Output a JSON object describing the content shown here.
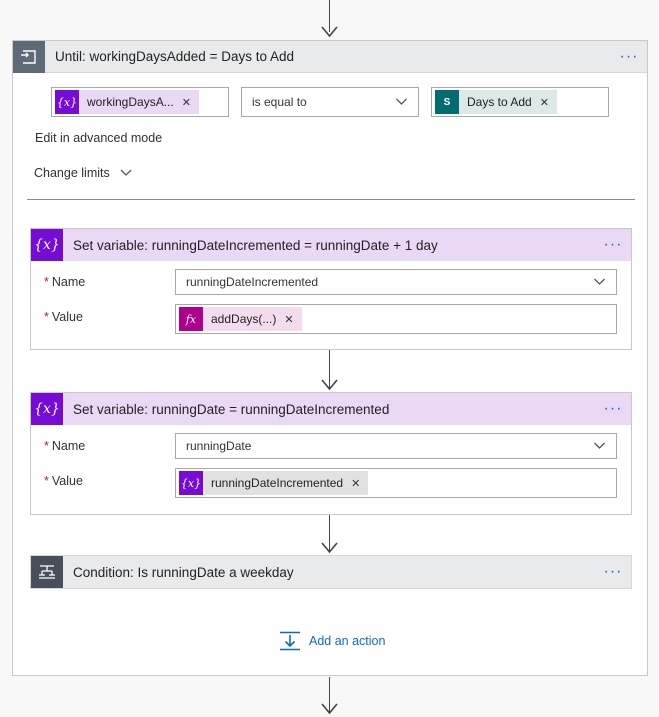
{
  "until": {
    "title": "Until: workingDaysAdded = Days to Add",
    "more": "···",
    "condition": {
      "left_token": "workingDaysA...",
      "operator": "is equal to",
      "right_token": "Days to Add"
    },
    "edit_advanced": "Edit in advanced mode",
    "change_limits": "Change limits"
  },
  "set_var_1": {
    "title": "Set variable: runningDateIncremented = runningDate + 1 day",
    "more": "···",
    "name_label": "Name",
    "name_value": "runningDateIncremented",
    "value_label": "Value",
    "value_token": "addDays(...)"
  },
  "set_var_2": {
    "title": "Set variable: runningDate = runningDateIncremented",
    "more": "···",
    "name_label": "Name",
    "name_value": "runningDate",
    "value_label": "Value",
    "value_token": "runningDateIncremented"
  },
  "condition": {
    "title": "Condition: Is runningDate a weekday",
    "more": "···"
  },
  "add_action": "Add an action",
  "colors": {
    "variable_purple": "#770bd6",
    "variable_header": "#ead9f5",
    "expression_magenta": "#ad008c",
    "sharepoint_teal": "#036c70",
    "control_gray": "#5d6a78",
    "link_blue": "#0f6cbd",
    "required_red": "#a4262c"
  },
  "icons": {
    "until": "loop-icon",
    "variable": "variable-icon",
    "expression": "fx-icon",
    "sharepoint": "sharepoint-icon",
    "condition": "condition-icon",
    "add_action": "add-action-icon"
  }
}
